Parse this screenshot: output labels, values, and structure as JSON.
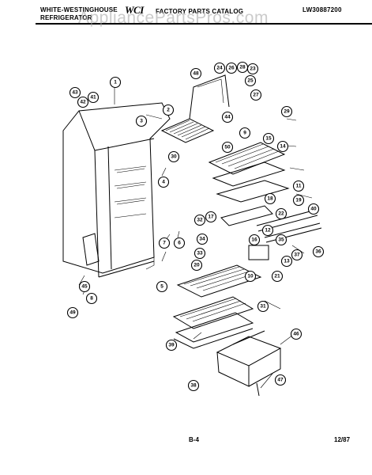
{
  "header": {
    "brand_line1": "WHITE-WESTINGHOUSE",
    "brand_line2": "REFRIGERATOR",
    "logo": "WCI",
    "catalog": "FACTORY PARTS CATALOG",
    "model": "LW30887200"
  },
  "watermark": "AppliancePartsPros.com",
  "footer": {
    "page": "B-4",
    "date": "12/87"
  },
  "callouts": [
    "1",
    "2",
    "3",
    "4",
    "5",
    "6",
    "7",
    "8",
    "9",
    "10",
    "11",
    "12",
    "13",
    "14",
    "15",
    "16",
    "17",
    "18",
    "19",
    "20",
    "21",
    "22",
    "23",
    "24",
    "25",
    "26",
    "27",
    "28",
    "29",
    "30",
    "31",
    "32",
    "33",
    "34",
    "35",
    "36",
    "37",
    "38",
    "39",
    "40",
    "41",
    "42",
    "43",
    "44",
    "45",
    "46",
    "47",
    "48",
    "49",
    "50"
  ]
}
